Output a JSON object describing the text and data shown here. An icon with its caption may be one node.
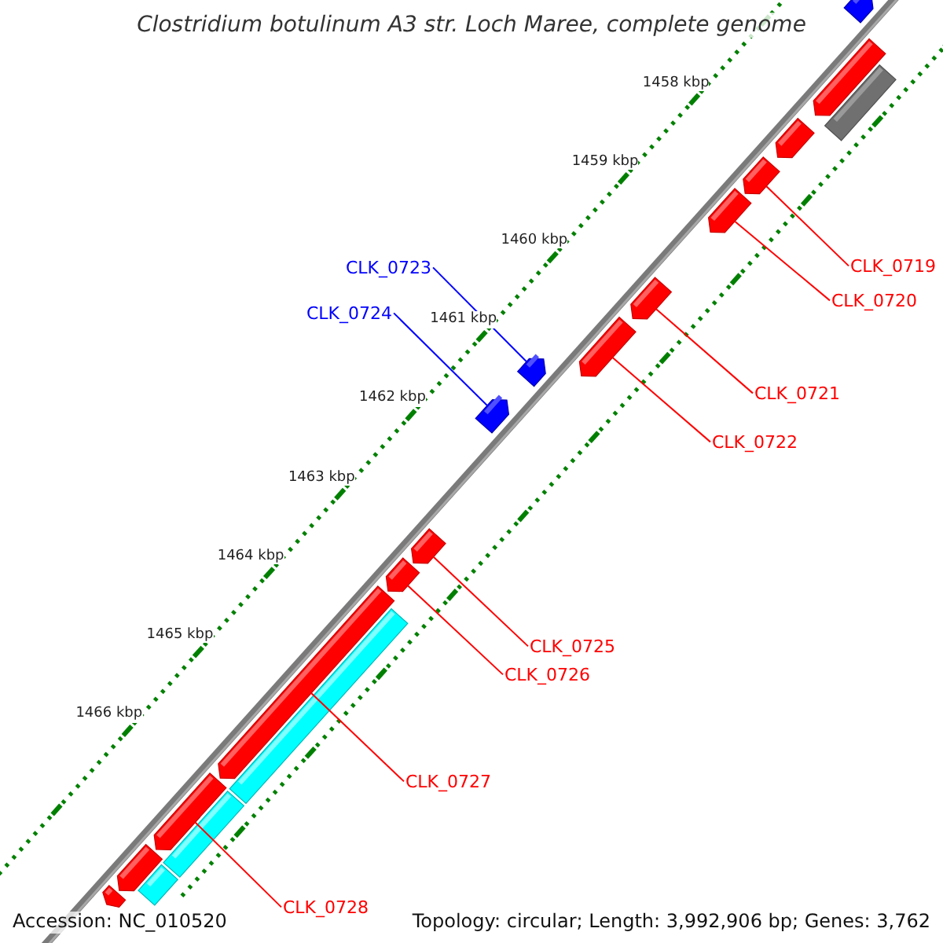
{
  "diagram": {
    "title": "Clostridium botulinum A3 str. Loch Maree, complete genome",
    "nodes": [
      {
        "text": [],
        "shape": "arrow"
      },
      {
        "text": [],
        "shape": "arrow"
      },
      {
        "text": [],
        "shape": "bar"
      },
      {
        "text": [],
        "shape": "arrow"
      },
      {
        "text": [],
        "shape": "arrow"
      },
      {
        "text": [],
        "shape": "arrow"
      },
      {
        "text": [],
        "shape": "arrow"
      },
      {
        "text": [],
        "shape": "arrow"
      },
      {
        "text": [],
        "shape": "arrow"
      },
      {
        "text": [],
        "shape": "arrow"
      },
      {
        "text": [],
        "shape": "arrow"
      },
      {
        "text": [],
        "shape": "arrow"
      },
      {
        "text": [],
        "shape": "arrow"
      },
      {
        "text": [],
        "shape": "bar"
      },
      {
        "text": [],
        "shape": "arrow"
      },
      {
        "text": [],
        "shape": "bar"
      },
      {
        "text": [],
        "shape": "arrow"
      },
      {
        "text": [],
        "shape": "bar"
      },
      {
        "text": [],
        "shape": "arrow"
      },
      {
        "text": [
          "CLK_0719"
        ]
      },
      {
        "text": [
          "CLK_0720"
        ]
      },
      {
        "text": [
          "CLK_0721"
        ]
      },
      {
        "text": [
          "CLK_0722"
        ]
      },
      {
        "text": [
          "CLK_0723"
        ]
      },
      {
        "text": [
          "CLK_0724"
        ]
      },
      {
        "text": [
          "CLK_0725"
        ]
      },
      {
        "text": [
          "CLK_0726"
        ]
      },
      {
        "text": [
          "CLK_0727"
        ]
      },
      {
        "text": [
          "CLK_0728"
        ]
      }
    ],
    "edges": [
      {
        "from": 19,
        "to": 4,
        "arrow": "none"
      },
      {
        "from": 20,
        "to": 5,
        "arrow": "none"
      },
      {
        "from": 21,
        "to": 6,
        "arrow": "none"
      },
      {
        "from": 22,
        "to": 7,
        "arrow": "none"
      },
      {
        "from": 23,
        "to": 8,
        "arrow": "none",
        "color": "#0000ff"
      },
      {
        "from": 24,
        "to": 9,
        "arrow": "none",
        "color": "#0000ff"
      },
      {
        "from": 25,
        "to": 10,
        "arrow": "none"
      },
      {
        "from": 26,
        "to": 11,
        "arrow": "none"
      },
      {
        "from": 27,
        "to": 12,
        "arrow": "none"
      },
      {
        "from": 28,
        "to": 14,
        "arrow": "none"
      }
    ],
    "labels": [
      "1458 kbp",
      "1459 kbp",
      "1460 kbp",
      "1461 kbp",
      "1462 kbp",
      "1463 kbp",
      "1464 kbp",
      "1465 kbp",
      "1466 kbp",
      "Accession: NC_010520",
      "Topology: circular; Length: 3,992,906 bp; Genes: 3,762"
    ]
  }
}
